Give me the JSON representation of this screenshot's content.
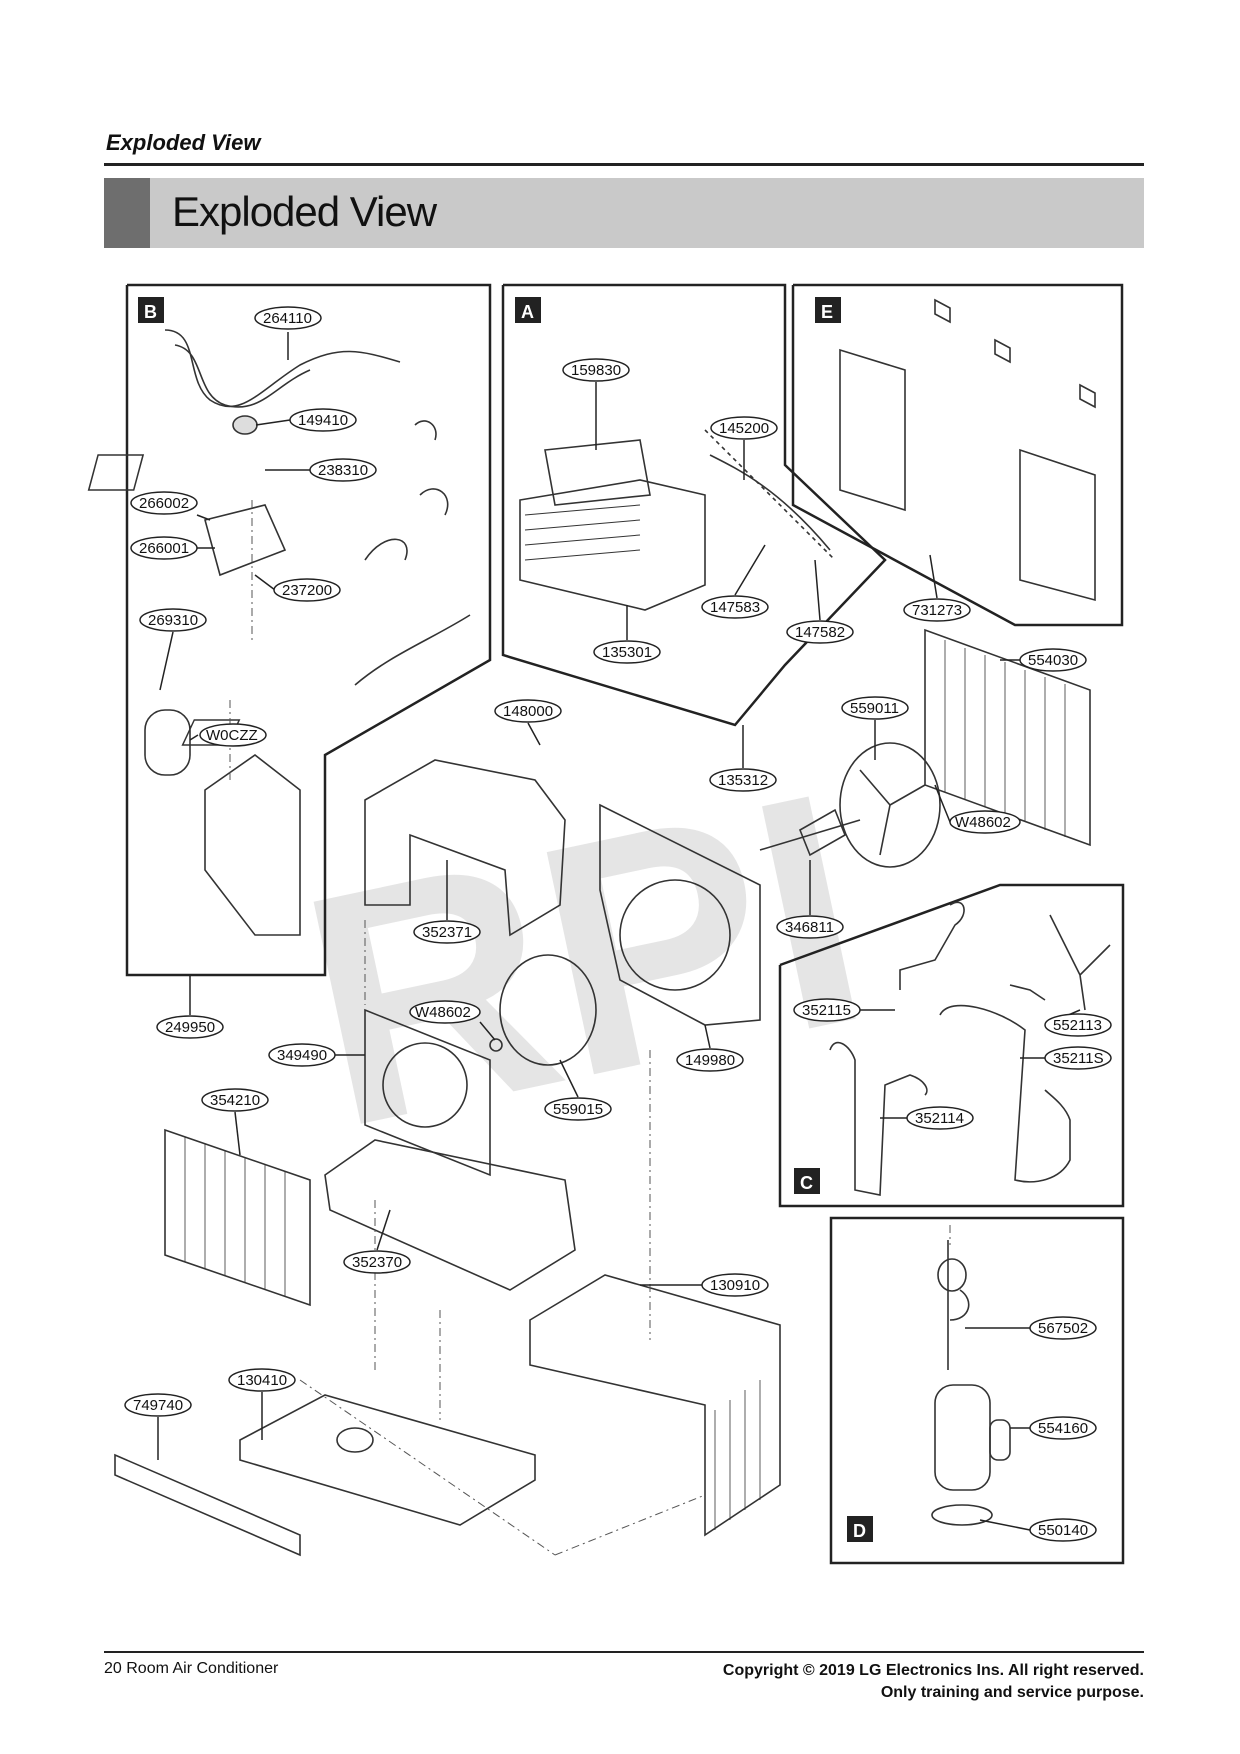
{
  "header": {
    "section_label": "Exploded View",
    "title": "Exploded View"
  },
  "watermark": "RPI",
  "sections": {
    "b": "B",
    "a": "A",
    "e": "E",
    "c": "C",
    "d": "D"
  },
  "parts": {
    "p264110": "264110",
    "p149410": "149410",
    "p238310": "238310",
    "p266002": "266002",
    "p266001": "266001",
    "p237200": "237200",
    "p269310": "269310",
    "pW0CZZ": "W0CZZ",
    "p249950": "249950",
    "p159830": "159830",
    "p145200": "145200",
    "p147583": "147583",
    "p147582": "147582",
    "p135301": "135301",
    "p731273": "731273",
    "p554030": "554030",
    "p148000": "148000",
    "p559011": "559011",
    "p135312": "135312",
    "pW48602a": "W48602",
    "p352371": "352371",
    "p346811": "346811",
    "p149980": "149980",
    "pW48602b": "W48602",
    "p349490": "349490",
    "p559015": "559015",
    "p354210": "354210",
    "p352370": "352370",
    "p130910": "130910",
    "p130410": "130410",
    "p749740": "749740",
    "p352115": "352115",
    "p552113": "552113",
    "p35211S": "35211S",
    "p352114": "352114",
    "p567502": "567502",
    "p554160": "554160",
    "p550140": "550140"
  },
  "footer": {
    "page_info": "20  Room Air Conditioner",
    "copyright": "Copyright © 2019 LG Electronics Ins. All right reserved.",
    "purpose": "Only training and service purpose."
  }
}
